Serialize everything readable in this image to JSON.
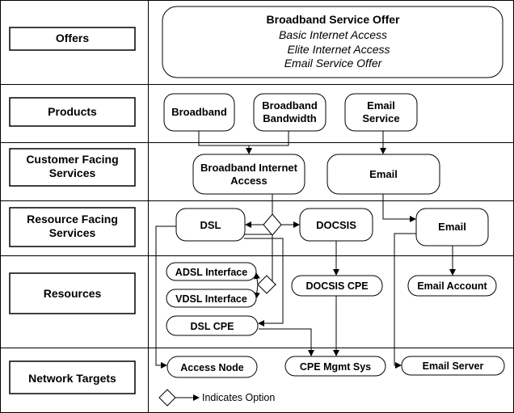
{
  "layers": [
    {
      "id": "offers",
      "label": "Offers"
    },
    {
      "id": "products",
      "label": "Products"
    },
    {
      "id": "cfs",
      "label": "Customer Facing|Services"
    },
    {
      "id": "rfs",
      "label": "Resource Facing|Services"
    },
    {
      "id": "resources",
      "label": "Resources"
    },
    {
      "id": "network-targets",
      "label": "Network Targets"
    }
  ],
  "offer_box": {
    "title": "Broadband Service Offer",
    "items": [
      "Basic Internet Access",
      "Elite Internet Access",
      "Email Service Offer"
    ]
  },
  "nodes": {
    "broadband": "Broadband",
    "broadband-bandwidth": "Broadband|Bandwidth",
    "email-service": "Email|Service",
    "broadband-internet-access": "Broadband Internet|Access",
    "email-cfs": "Email",
    "dsl": "DSL",
    "docsis": "DOCSIS",
    "email-rfs": "Email",
    "adsl-interface": "ADSL Interface",
    "vdsl-interface": "VDSL Interface",
    "dsl-cpe": "DSL CPE",
    "docsis-cpe": "DOCSIS CPE",
    "email-account": "Email Account",
    "access-node": "Access Node",
    "cpe-mgmt-sys": "CPE Mgmt Sys",
    "email-server": "Email Server"
  },
  "legend": {
    "text": "Indicates Option"
  },
  "colors": {
    "stroke": "#000000",
    "fill": "#ffffff",
    "background": "#ffffff"
  }
}
